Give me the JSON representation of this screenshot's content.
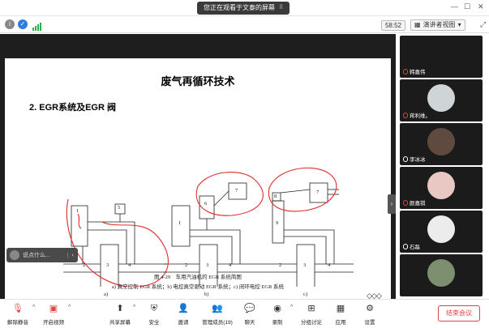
{
  "window": {
    "share_banner": "您正在观看于文泰的屏幕",
    "share_grip": "⠿"
  },
  "meeting_bar": {
    "timer": "58:52",
    "view_label": "演讲者视图"
  },
  "slide": {
    "title": "废气再循环技术",
    "subtitle": "2. EGR系统及EGR 阀",
    "figure_caption": "图 4-29　车用汽油机的 EGR 系统简图",
    "figure_subcaption": "a) 真空控制 EGR 系统；b) 电控真空驱动 EGR 系统；c) 闭环电控 EGR 系统",
    "diagram_labels": {
      "a": "a)",
      "b": "b)",
      "c": "c)",
      "n1": "1",
      "n2": "2",
      "n3": "3",
      "n4": "4",
      "n5": "5",
      "n6": "6",
      "n7": "7",
      "n8": "8",
      "n9": "9",
      "b2": "2",
      "b3": "3",
      "b4": "4",
      "b7": "7",
      "c2": "2",
      "c3": "3",
      "c4": "4"
    },
    "speak_placeholder": "说点什么...",
    "dots": "◇◇◇"
  },
  "participants": [
    {
      "name": "韩嘉伟",
      "muted": true
    },
    {
      "name": "蒋利维。",
      "muted": true
    },
    {
      "name": "李冰冰",
      "muted": false
    },
    {
      "name": "颜嘉祺",
      "muted": true
    },
    {
      "name": "石磊",
      "muted": false
    },
    {
      "name": "",
      "muted": false
    }
  ],
  "controls": {
    "unmute": "解除静音",
    "video": "开启视频",
    "share": "共享屏幕",
    "security": "安全",
    "invite": "邀请",
    "members": "管理成员(19)",
    "chat": "聊天",
    "record": "录制",
    "breakout": "分组讨论",
    "apps": "应用",
    "settings": "设置",
    "end": "结束会议"
  },
  "colors": {
    "accent_red": "#e04444",
    "annotation_red": "#e02a2a",
    "share_banner_bg": "#3a3a3a"
  }
}
